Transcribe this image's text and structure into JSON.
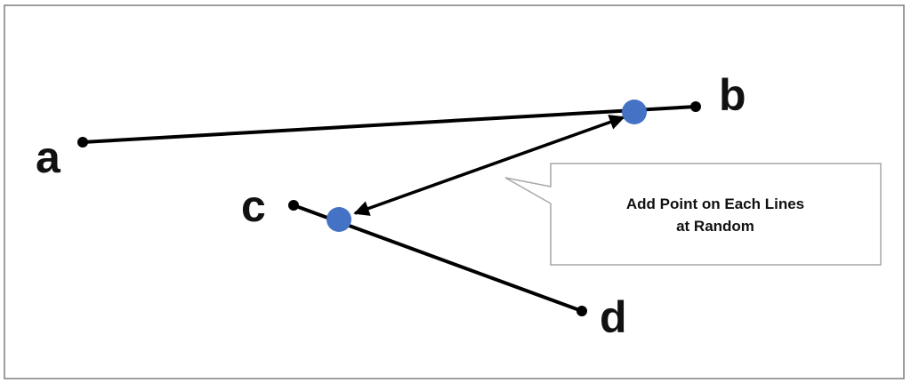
{
  "points": {
    "a": "a",
    "b": "b",
    "c": "c",
    "d": "d"
  },
  "callout": {
    "line1": "Add Point on Each Lines",
    "line2": "at Random"
  },
  "colors": {
    "line": "#000000",
    "frame": "#7f7f7f",
    "random_point": "#4472c4",
    "callout_border": "#a6a6a6"
  }
}
